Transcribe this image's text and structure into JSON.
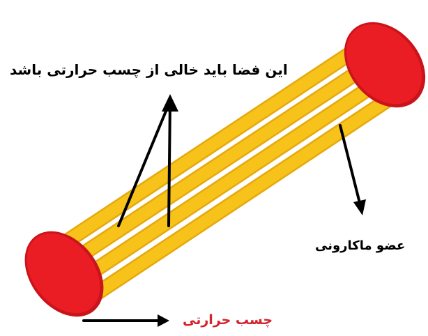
{
  "labels": {
    "gap_note": "این فضا باید خالی از چسب حرارتی باشد",
    "member": "عضو ماکارونی",
    "glue": "چسب حرارتی"
  },
  "colors": {
    "glue": "#ea1c24",
    "glue_text": "#d3232b",
    "pasta_fill": "#f7c21a",
    "pasta_edge": "#e6a90c",
    "arrow": "#000000"
  }
}
